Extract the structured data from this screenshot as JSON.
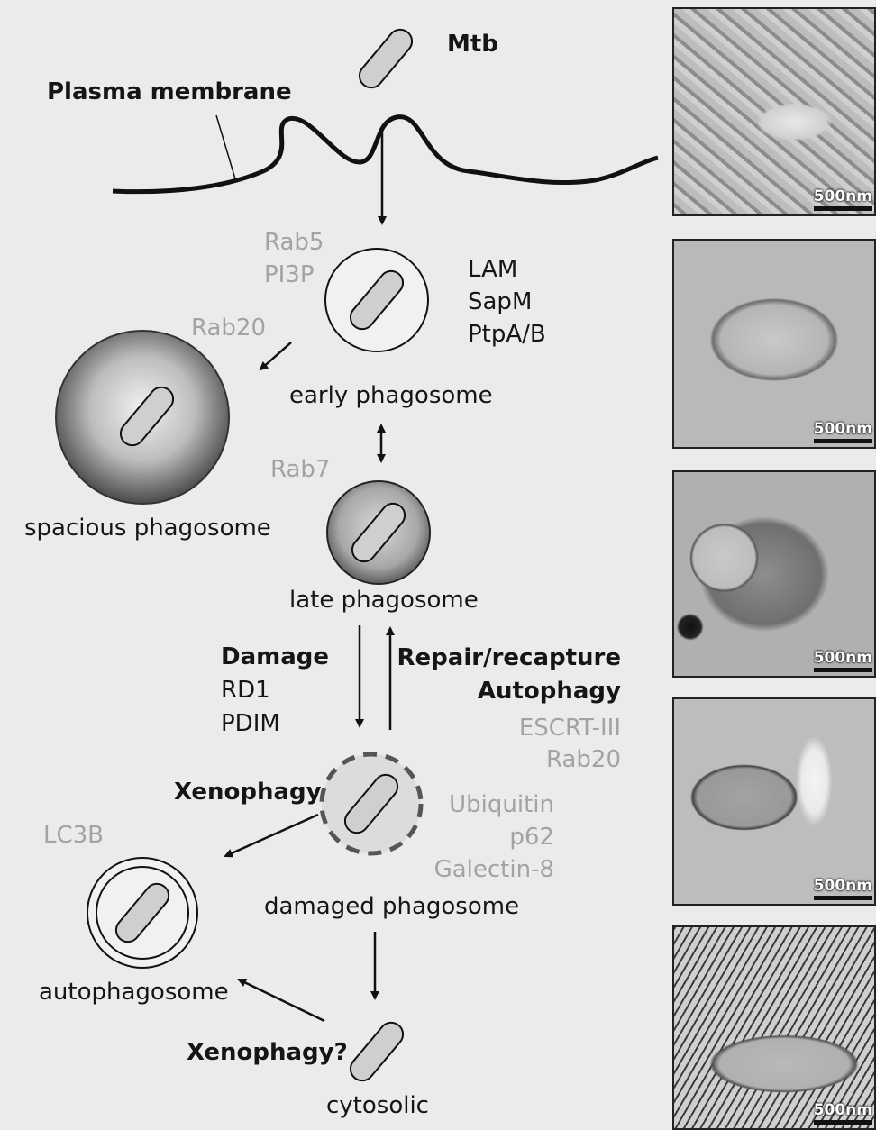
{
  "labels": {
    "mtb": "Mtb",
    "plasma_membrane": "Plasma membrane",
    "rab5": "Rab5",
    "pi3p": "PI3P",
    "lam": "LAM",
    "sapm": "SapM",
    "ptpab": "PtpA/B",
    "rab20_top": "Rab20",
    "early_phagosome": "early phagosome",
    "spacious_phagosome": "spacious phagosome",
    "rab7": "Rab7",
    "late_phagosome": "late phagosome",
    "damage": "Damage",
    "rd1": "RD1",
    "pdim": "PDIM",
    "repair_recapture": "Repair/recapture",
    "autophagy": "Autophagy",
    "escrt": "ESCRT-III",
    "rab20_bottom": "Rab20",
    "xenophagy": "Xenophagy",
    "lc3b": "LC3B",
    "ubiquitin": "Ubiquitin",
    "p62": "p62",
    "galectin8": "Galectin-8",
    "damaged_phagosome": "damaged phagosome",
    "autophagosome": "autophagosome",
    "xenophagy_q": "Xenophagy?",
    "cytosolic": "cytosolic"
  },
  "micrographs": [
    {
      "scale": "500nm"
    },
    {
      "scale": "500nm"
    },
    {
      "scale": "500nm"
    },
    {
      "scale": "500nm"
    },
    {
      "scale": "500nm"
    }
  ]
}
